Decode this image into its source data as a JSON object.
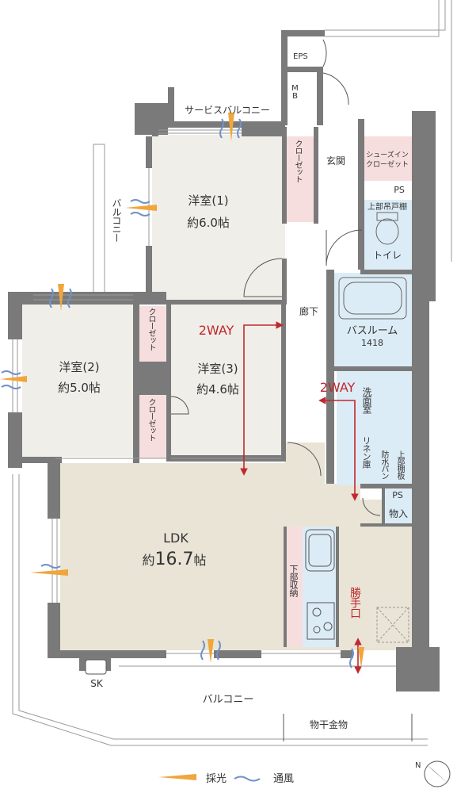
{
  "rooms": {
    "western1": {
      "name": "洋室(1)",
      "size": "約6.0帖"
    },
    "western2": {
      "name": "洋室(2)",
      "size": "約5.0帖"
    },
    "western3": {
      "name": "洋室(3)",
      "size": "約4.6帖"
    },
    "ldk": {
      "name": "LDK",
      "size_prefix": "約",
      "size_value": "16.7",
      "size_suffix": "帖"
    },
    "bathroom": {
      "name": "バスルーム",
      "model": "1418"
    }
  },
  "labels": {
    "eps": "EPS",
    "mb": "MB",
    "service_balcony": "サービスバルコニー",
    "balcony_side": "バルコニー",
    "balcony_bottom": "バルコニー",
    "closet": "クローゼット",
    "entrance": "玄関",
    "shoes_closet": "シューズインクローゼット",
    "ps": "PS",
    "upper_cabinet": "上部吊戸棚",
    "toilet": "トイレ",
    "corridor": "廊下",
    "two_way_1": "2WAY",
    "two_way_2": "2WAY",
    "washroom": "洗面室",
    "linen": "リネン庫",
    "waterproof_pan": "防水パン",
    "upper_shelf": "上部棚板",
    "ps2": "PS",
    "storage": "物入",
    "lower_storage": "下部収納",
    "service_door": "勝手口",
    "sk": "SK",
    "clothes_pole": "物干金物",
    "north": "N"
  },
  "legend": {
    "light": "採光",
    "ventilation": "通風"
  },
  "colors": {
    "wall": "#7a7a7a",
    "room_floor": "#f0eee9",
    "ldk_floor": "#e9e4d6",
    "closet_fill": "#f7dede",
    "wet_fill": "#dcecf6",
    "accent_red": "#c0282d",
    "light_arrow": "#f0a63c",
    "wind_arrow": "#6f92c8"
  }
}
